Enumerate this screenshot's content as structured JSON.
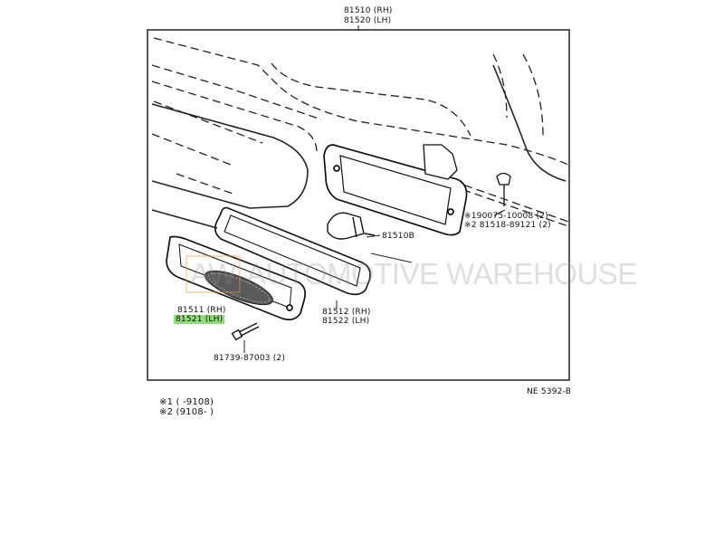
{
  "title": {
    "rh": "81510 (RH)",
    "lh": "81520 (LH)"
  },
  "parts": {
    "lens_rh": "81511 (RH)",
    "lens_lh": "81521 (LH)",
    "gasket_rh": "81512 (RH)",
    "gasket_lh": "81522 (LH)",
    "bulb": "81510B",
    "clip_1": "※190075-10008 (2)",
    "clip_2": "※2 81518-89121 (2)",
    "screw": "81739-87003 (2)"
  },
  "ref_code": "NE 5392-B",
  "footnotes": {
    "note1": "※1 (     -9108)",
    "note2": "※2 (9108-      )"
  },
  "watermark": {
    "badge": "AW",
    "text": "AUTOMOTIVE WAREHOUSE"
  },
  "highlight_color": "#8fdc7a"
}
